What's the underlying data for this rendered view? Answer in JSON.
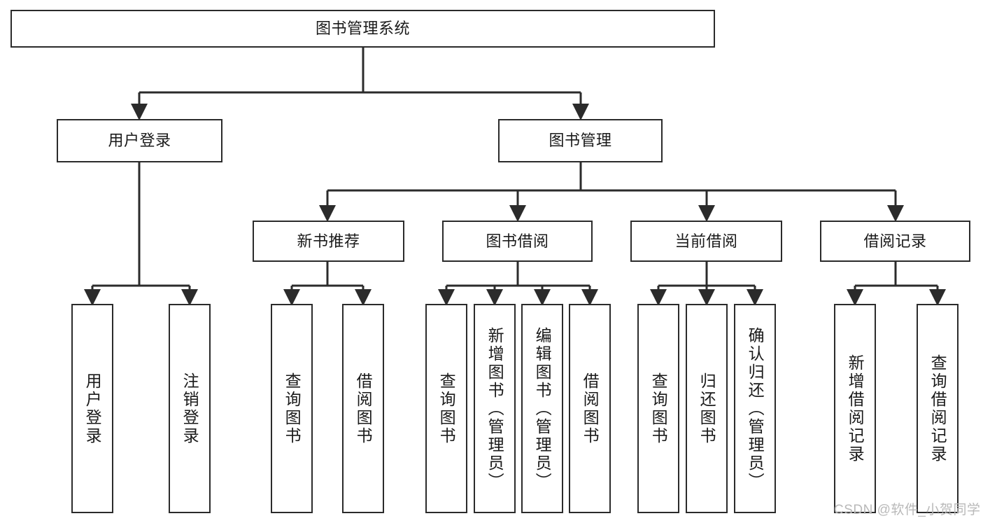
{
  "diagram": {
    "type": "tree-hierarchy",
    "title": "图书管理系统",
    "root": {
      "id": "root",
      "label": "图书管理系统",
      "orientation": "horizontal"
    },
    "level2": [
      {
        "id": "user-login",
        "label": "用户登录",
        "orientation": "horizontal"
      },
      {
        "id": "book-management",
        "label": "图书管理",
        "orientation": "horizontal"
      }
    ],
    "level3": [
      {
        "id": "new-book-recommend",
        "label": "新书推荐",
        "orientation": "horizontal",
        "parent": "book-management"
      },
      {
        "id": "book-borrow",
        "label": "图书借阅",
        "orientation": "horizontal",
        "parent": "book-management"
      },
      {
        "id": "current-borrow",
        "label": "当前借阅",
        "orientation": "horizontal",
        "parent": "book-management"
      },
      {
        "id": "borrow-record",
        "label": "借阅记录",
        "orientation": "horizontal",
        "parent": "book-management"
      }
    ],
    "leaves": {
      "user_login": [
        {
          "id": "leaf-user-login",
          "label": "用户登录"
        },
        {
          "id": "leaf-logout-login",
          "label": "注销登录"
        }
      ],
      "new_book_recommend": [
        {
          "id": "leaf-query-book-1",
          "label": "查询图书"
        },
        {
          "id": "leaf-borrow-book-1",
          "label": "借阅图书"
        }
      ],
      "book_borrow": [
        {
          "id": "leaf-query-book-2",
          "label": "查询图书"
        },
        {
          "id": "leaf-add-book",
          "label": "新增图书（管理员）"
        },
        {
          "id": "leaf-edit-book",
          "label": "编辑图书（管理员）"
        },
        {
          "id": "leaf-borrow-book-2",
          "label": "借阅图书"
        }
      ],
      "current_borrow": [
        {
          "id": "leaf-query-book-3",
          "label": "查询图书"
        },
        {
          "id": "leaf-return-book",
          "label": "归还图书"
        },
        {
          "id": "leaf-confirm-return",
          "label": "确认归还（管理员）"
        }
      ],
      "borrow_record": [
        {
          "id": "leaf-add-record",
          "label": "新增借阅记录"
        },
        {
          "id": "leaf-query-record",
          "label": "查询借阅记录"
        }
      ]
    }
  },
  "watermark": {
    "text": "CSDN @软件_小贺同学"
  },
  "colors": {
    "stroke": "#2b2b2b",
    "background": "#ffffff",
    "text": "#1a1a1a",
    "watermark": "#b9b9b9"
  }
}
